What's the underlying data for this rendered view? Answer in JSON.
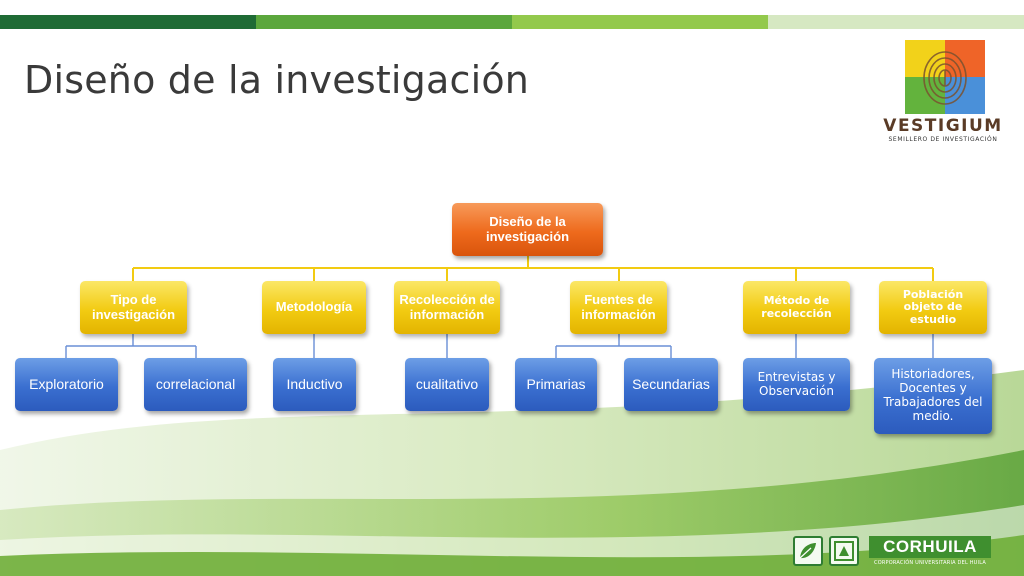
{
  "colors": {
    "topbar": [
      "#1f6b35",
      "#5ba73c",
      "#93c94c",
      "#d6e8c2"
    ],
    "root": "#ee6a1c",
    "mid": "#f2cb12",
    "leaf": "#3a6fd0",
    "connector": "#f2cb12"
  },
  "slide": {
    "title": "Diseño de la investigación"
  },
  "logo": {
    "name": "VESTIGIUM",
    "subtitle": "SEMILLERO DE INVESTIGACIÓN",
    "icon": "fingerprint-icon"
  },
  "footer_logo": {
    "name": "CORHUILA",
    "subtitle": "CORPORACIÓN UNIVERSITARIA DEL HUILA",
    "icon": "leaf-icon"
  },
  "diagram": {
    "root": "Diseño de la investigación",
    "categories": [
      {
        "label": "Tipo de investigación",
        "children": [
          "Exploratorio",
          "correlacional"
        ]
      },
      {
        "label": "Metodología",
        "children": [
          "Inductivo"
        ]
      },
      {
        "label": "Recolección de información",
        "children": [
          "cualitativo"
        ]
      },
      {
        "label": "Fuentes de información",
        "children": [
          "Primarias",
          "Secundarias"
        ]
      },
      {
        "label": "Método de recolección",
        "children": [
          "Entrevistas y Observación"
        ]
      },
      {
        "label": "Población objeto de estudio",
        "children": [
          "Historiadores, Docentes y Trabajadores del medio."
        ]
      }
    ]
  }
}
